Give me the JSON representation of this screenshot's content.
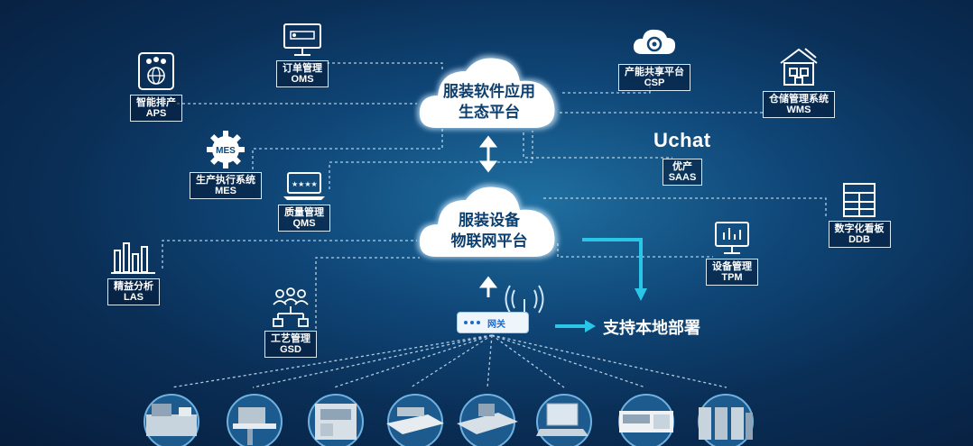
{
  "clouds": {
    "app": {
      "line1": "服装软件应用",
      "line2": "生态平台"
    },
    "iot": {
      "line1": "服装设备",
      "line2": "物联网平台"
    }
  },
  "nodes": {
    "oms": {
      "name": "订单管理",
      "code": "OMS",
      "icon": "monitor-icon"
    },
    "aps": {
      "name": "智能排产",
      "code": "APS",
      "icon": "globe-people-icon"
    },
    "mes": {
      "name": "生产执行系统",
      "code": "MES",
      "icon": "gear-mes-icon",
      "icon_text": "MES"
    },
    "qms": {
      "name": "质量管理",
      "code": "QMS",
      "icon": "laptop-stars-icon"
    },
    "las": {
      "name": "精益分析",
      "code": "LAS",
      "icon": "bar-chart-icon"
    },
    "gsd": {
      "name": "工艺管理",
      "code": "GSD",
      "icon": "people-tree-icon"
    },
    "csp": {
      "name": "产能共享平台",
      "code": "CSP",
      "icon": "cloud-gear-icon"
    },
    "wms": {
      "name": "仓储管理系统",
      "code": "WMS",
      "icon": "warehouse-icon"
    },
    "saas": {
      "name": "优产",
      "code": "SAAS",
      "brand": "Uchat"
    },
    "ddb": {
      "name": "数字化看板",
      "code": "DDB",
      "icon": "server-rack-icon"
    },
    "tpm": {
      "name": "设备管理",
      "code": "TPM",
      "icon": "monitor-chart-icon"
    }
  },
  "gateway": {
    "label": "网关"
  },
  "deploy_text": "支持本地部署",
  "colors": {
    "bg": "#0a2f57",
    "line": "#cfe6f7",
    "arrow": "#29c6e8",
    "cloud_text": "#0d3f6e"
  }
}
